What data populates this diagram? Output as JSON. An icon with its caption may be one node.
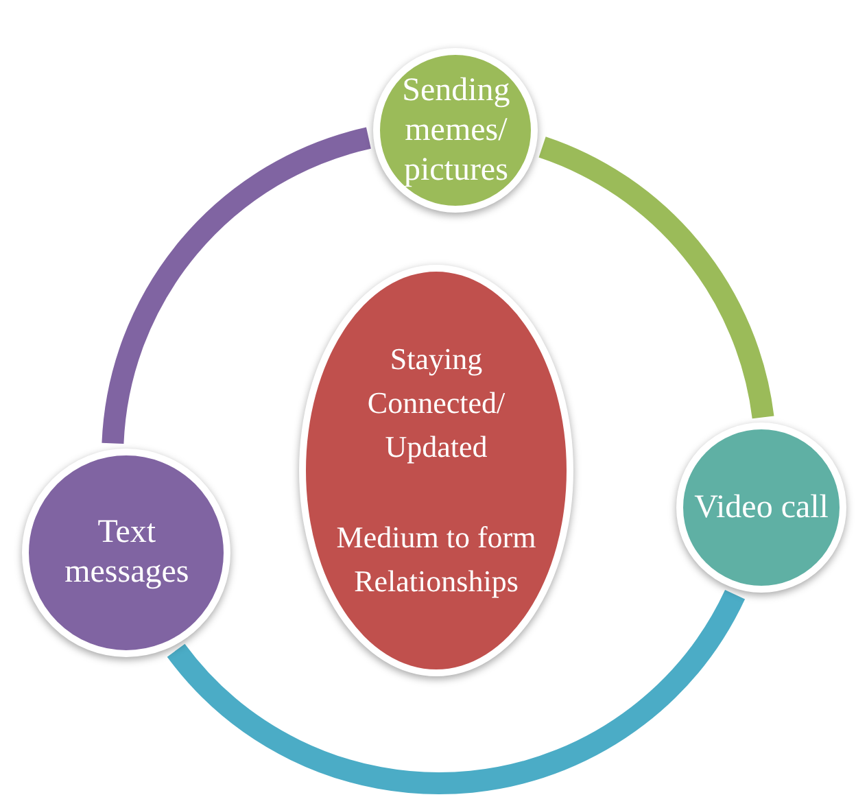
{
  "diagram": {
    "nodes": [
      {
        "text": [
          "Sending memes/ pictures"
        ]
      },
      {
        "text": [
          "Staying Connected/ Updated",
          "Medium to form Relationships"
        ]
      },
      {
        "text": [
          "Video call"
        ]
      },
      {
        "text": [
          "Text messages"
        ]
      }
    ],
    "edges": [
      {
        "from": 0,
        "to": 2,
        "arrow": "none",
        "color": "#9bbb59"
      },
      {
        "from": 2,
        "to": 3,
        "arrow": "none",
        "color": "#4bacc6"
      },
      {
        "from": 3,
        "to": 0,
        "arrow": "none",
        "color": "#8064a2"
      }
    ]
  }
}
